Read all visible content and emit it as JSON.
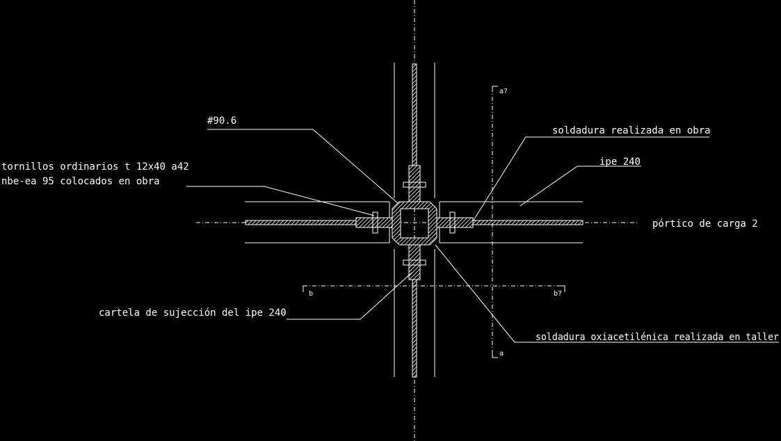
{
  "labels": {
    "plate": "#90.6",
    "bolts_line1": "tornillos ordinarios t 12x40 a42",
    "bolts_line2": "nbe-ea 95 colocados en obra",
    "site_weld": "soldadura realizada en obra",
    "beam": "ipe 240",
    "frame": "pórtico de carga 2",
    "bracket": "cartela de sujección del ipe 240",
    "shop_weld": "soldadura oxiacetilénica realizada en taller",
    "section_a_top": "a?",
    "section_a_bottom": "a",
    "section_b_left": "b",
    "section_b_right": "b?"
  },
  "colors": {
    "background": "#000000",
    "lines": "#ffffff"
  }
}
